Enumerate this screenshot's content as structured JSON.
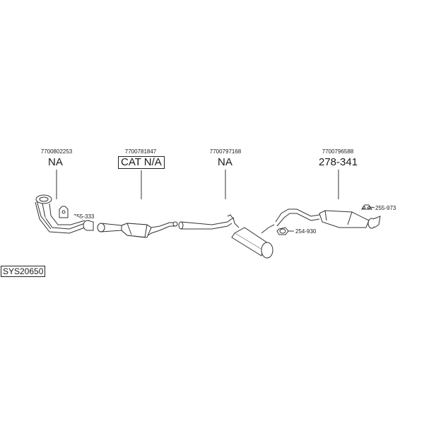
{
  "parts": [
    {
      "oem": "7700802253",
      "code": "NA"
    },
    {
      "oem": "7700781847",
      "code": "CAT N/A"
    },
    {
      "oem": "7700797168",
      "code": "NA"
    },
    {
      "oem": "7700796588",
      "code": "278-341"
    }
  ],
  "accessories": [
    "255-333",
    "254-930",
    "255-973"
  ],
  "system_id": "SYS20650"
}
